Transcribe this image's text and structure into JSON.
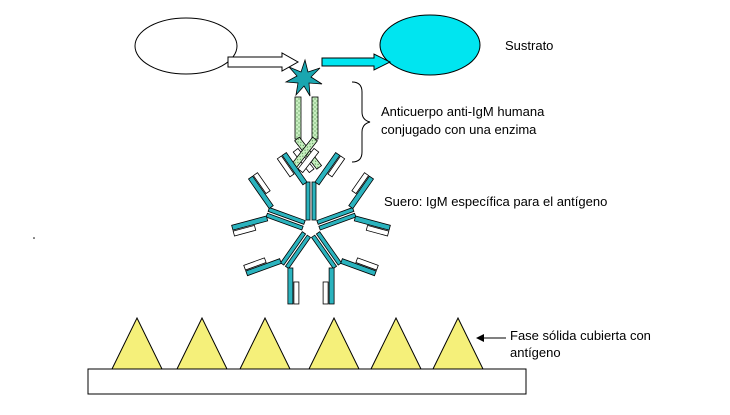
{
  "labels": {
    "substrate": "Sustrato",
    "conjugate_line1": "Anticuerpo anti-IgM humana",
    "conjugate_line2": "conjugado con una enzima",
    "serum": "Suero: IgM específica para el antígeno",
    "solid_phase_line1": "Fase sólida cubierta con",
    "solid_phase_line2": "antígeno"
  },
  "colors": {
    "substrate_fill": "#00e5f0",
    "igm_fill": "#2bb3be",
    "conjugate_fill": "#c8f0c0",
    "antigen_fill": "#f5f07a",
    "enzyme_fill": "#1aa6b0",
    "outline": "#000000"
  },
  "icons": {
    "enzyme": "star-burst-icon",
    "arrow": "right-arrow-icon"
  }
}
